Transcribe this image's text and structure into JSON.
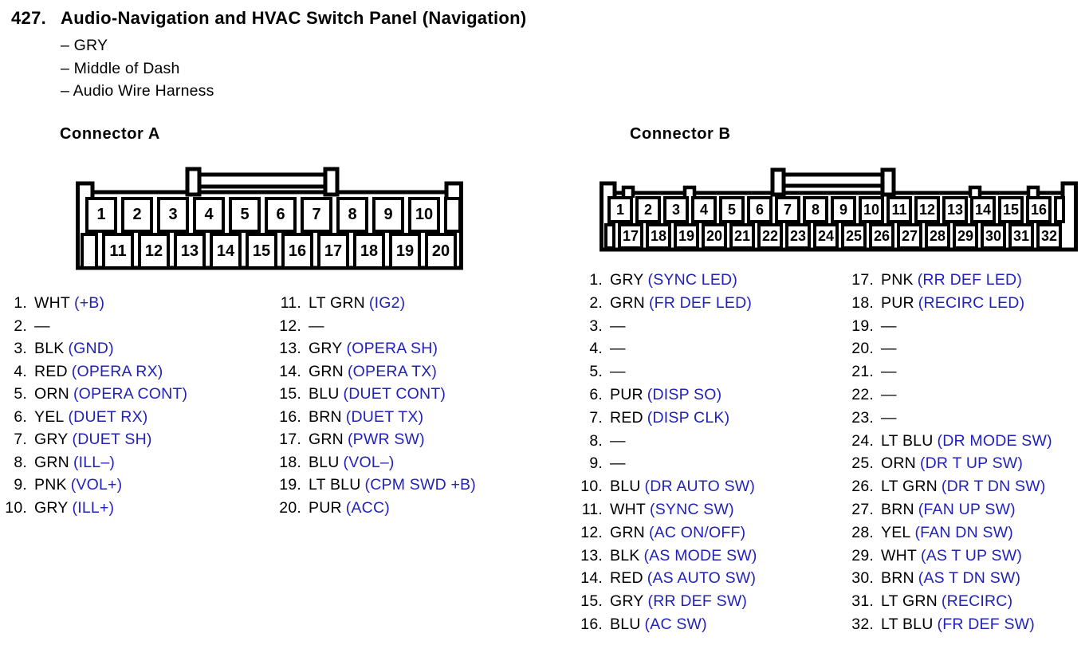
{
  "header": {
    "number": "427.",
    "title": "Audio-Navigation and HVAC Switch Panel (Navigation)",
    "details": [
      "– GRY",
      "– Middle of Dash",
      "– Audio Wire Harness"
    ]
  },
  "colors": {
    "signal_blue": "#2222bb",
    "ink": "#000000"
  },
  "connector_a": {
    "heading": "Connector A",
    "pins_top": [
      "1",
      "2",
      "3",
      "4",
      "5",
      "6",
      "7",
      "8",
      "9",
      "10"
    ],
    "pins_bottom": [
      "11",
      "12",
      "13",
      "14",
      "15",
      "16",
      "17",
      "18",
      "19",
      "20"
    ],
    "list_left": [
      {
        "num": "1.",
        "wire": "WHT",
        "signal": "(+B)"
      },
      {
        "num": "2.",
        "wire": "—",
        "signal": ""
      },
      {
        "num": "3.",
        "wire": "BLK",
        "signal": "(GND)"
      },
      {
        "num": "4.",
        "wire": "RED",
        "signal": "(OPERA RX)"
      },
      {
        "num": "5.",
        "wire": "ORN",
        "signal": "(OPERA CONT)"
      },
      {
        "num": "6.",
        "wire": "YEL",
        "signal": "(DUET RX)"
      },
      {
        "num": "7.",
        "wire": "GRY",
        "signal": "(DUET SH)"
      },
      {
        "num": "8.",
        "wire": "GRN",
        "signal": "(ILL–)"
      },
      {
        "num": "9.",
        "wire": "PNK",
        "signal": "(VOL+)"
      },
      {
        "num": "10.",
        "wire": "GRY",
        "signal": "(ILL+)"
      }
    ],
    "list_right": [
      {
        "num": "11.",
        "wire": "LT GRN",
        "signal": "(IG2)"
      },
      {
        "num": "12.",
        "wire": "—",
        "signal": ""
      },
      {
        "num": "13.",
        "wire": "GRY",
        "signal": "(OPERA SH)"
      },
      {
        "num": "14.",
        "wire": "GRN",
        "signal": "(OPERA TX)"
      },
      {
        "num": "15.",
        "wire": "BLU",
        "signal": "(DUET CONT)"
      },
      {
        "num": "16.",
        "wire": "BRN",
        "signal": "(DUET TX)"
      },
      {
        "num": "17.",
        "wire": "GRN",
        "signal": "(PWR SW)"
      },
      {
        "num": "18.",
        "wire": "BLU",
        "signal": "(VOL–)"
      },
      {
        "num": "19.",
        "wire": "LT BLU",
        "signal": "(CPM SWD +B)"
      },
      {
        "num": "20.",
        "wire": "PUR",
        "signal": "(ACC)"
      }
    ]
  },
  "connector_b": {
    "heading": "Connector B",
    "pins_top": [
      "1",
      "2",
      "3",
      "4",
      "5",
      "6",
      "7",
      "8",
      "9",
      "10",
      "11",
      "12",
      "13",
      "14",
      "15",
      "16"
    ],
    "pins_bottom": [
      "17",
      "18",
      "19",
      "20",
      "21",
      "22",
      "23",
      "24",
      "25",
      "26",
      "27",
      "28",
      "29",
      "30",
      "31",
      "32"
    ],
    "list_left": [
      {
        "num": "1.",
        "wire": "GRY",
        "signal": "(SYNC LED)"
      },
      {
        "num": "2.",
        "wire": "GRN",
        "signal": "(FR DEF LED)"
      },
      {
        "num": "3.",
        "wire": "—",
        "signal": ""
      },
      {
        "num": "4.",
        "wire": "—",
        "signal": ""
      },
      {
        "num": "5.",
        "wire": "—",
        "signal": ""
      },
      {
        "num": "6.",
        "wire": "PUR",
        "signal": "(DISP SO)"
      },
      {
        "num": "7.",
        "wire": "RED",
        "signal": "(DISP CLK)"
      },
      {
        "num": "8.",
        "wire": "—",
        "signal": ""
      },
      {
        "num": "9.",
        "wire": "—",
        "signal": ""
      },
      {
        "num": "10.",
        "wire": "BLU",
        "signal": "(DR AUTO SW)"
      },
      {
        "num": "11.",
        "wire": "WHT",
        "signal": "(SYNC SW)"
      },
      {
        "num": "12.",
        "wire": "GRN",
        "signal": "(AC ON/OFF)"
      },
      {
        "num": "13.",
        "wire": "BLK",
        "signal": "(AS MODE SW)"
      },
      {
        "num": "14.",
        "wire": "RED",
        "signal": "(AS AUTO SW)"
      },
      {
        "num": "15.",
        "wire": "GRY",
        "signal": "(RR DEF SW)"
      },
      {
        "num": "16.",
        "wire": "BLU",
        "signal": "(AC SW)"
      }
    ],
    "list_right": [
      {
        "num": "17.",
        "wire": "PNK",
        "signal": "(RR DEF LED)"
      },
      {
        "num": "18.",
        "wire": "PUR",
        "signal": "(RECIRC LED)"
      },
      {
        "num": "19.",
        "wire": "—",
        "signal": ""
      },
      {
        "num": "20.",
        "wire": "—",
        "signal": ""
      },
      {
        "num": "21.",
        "wire": "—",
        "signal": ""
      },
      {
        "num": "22.",
        "wire": "—",
        "signal": ""
      },
      {
        "num": "23.",
        "wire": "—",
        "signal": ""
      },
      {
        "num": "24.",
        "wire": "LT BLU",
        "signal": "(DR MODE SW)"
      },
      {
        "num": "25.",
        "wire": "ORN",
        "signal": "(DR T UP SW)"
      },
      {
        "num": "26.",
        "wire": "LT GRN",
        "signal": "(DR T DN SW)"
      },
      {
        "num": "27.",
        "wire": "BRN",
        "signal": "(FAN UP SW)"
      },
      {
        "num": "28.",
        "wire": "YEL",
        "signal": "(FAN DN SW)"
      },
      {
        "num": "29.",
        "wire": "WHT",
        "signal": "(AS T UP SW)"
      },
      {
        "num": "30.",
        "wire": "BRN",
        "signal": "(AS T DN SW)"
      },
      {
        "num": "31.",
        "wire": "LT GRN",
        "signal": "(RECIRC)"
      },
      {
        "num": "32.",
        "wire": "LT BLU",
        "signal": "(FR DEF SW)"
      }
    ]
  }
}
